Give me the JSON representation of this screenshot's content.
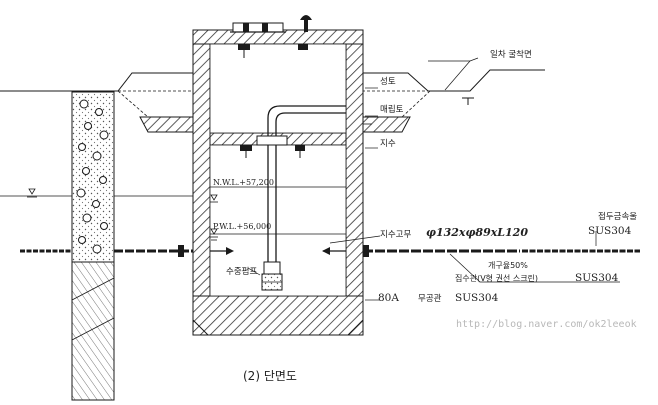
{
  "labels": {
    "ground_excavation": "일차 굴착면",
    "fill": "성토",
    "backfill": "매립토",
    "waterproof": "지수",
    "nwl": "N.W.L.+57,200",
    "pwl": "P.W.L.+56,000",
    "rubber_seal": "지수고무",
    "pipe_spec": "φ132xφ89xL120",
    "fitting_metal": "접두금속울",
    "sus304_top": "SUS304",
    "open_ratio": "개구율50%",
    "collector_pipe": "집수관(V형 권선 스크린)",
    "sus304_mid": "SUS304",
    "pump": "수중펌프",
    "pipe_80a": "80A",
    "blind_pipe": "무공관",
    "sus304_bottom": "SUS304",
    "watermark": "http://blog.naver.com/ok2leeok",
    "caption": "(2) 단면도"
  },
  "colors": {
    "line": "#1a1a1a",
    "hatch": "#333333",
    "watermark": "#b8b8b8"
  }
}
